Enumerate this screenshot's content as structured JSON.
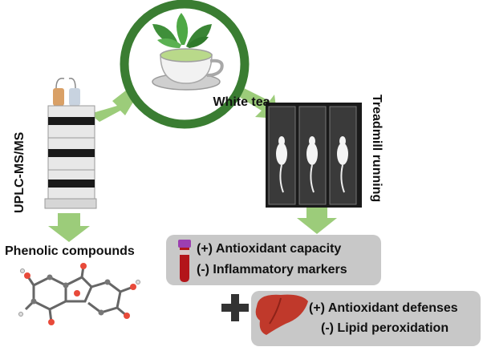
{
  "center": {
    "label": "White tea"
  },
  "left_branch": {
    "method_label": "UPLC-MS/MS",
    "result_label": "Phenolic compounds"
  },
  "right_branch": {
    "method_label": "Treadmill running"
  },
  "effects": {
    "blood": {
      "line1": "(+) Antioxidant capacity",
      "line2": "(-) Inflammatory markers"
    },
    "liver": {
      "line1": "(+) Antioxidant defenses",
      "line2": "(-) Lipid peroxidation"
    }
  },
  "colors": {
    "ring": "#3a7d32",
    "arrow": "#9ccc7a",
    "box": "#c8c8c8",
    "treadmill": "#1a1a1a",
    "liver": "#c0392b",
    "plus": "#333333"
  }
}
